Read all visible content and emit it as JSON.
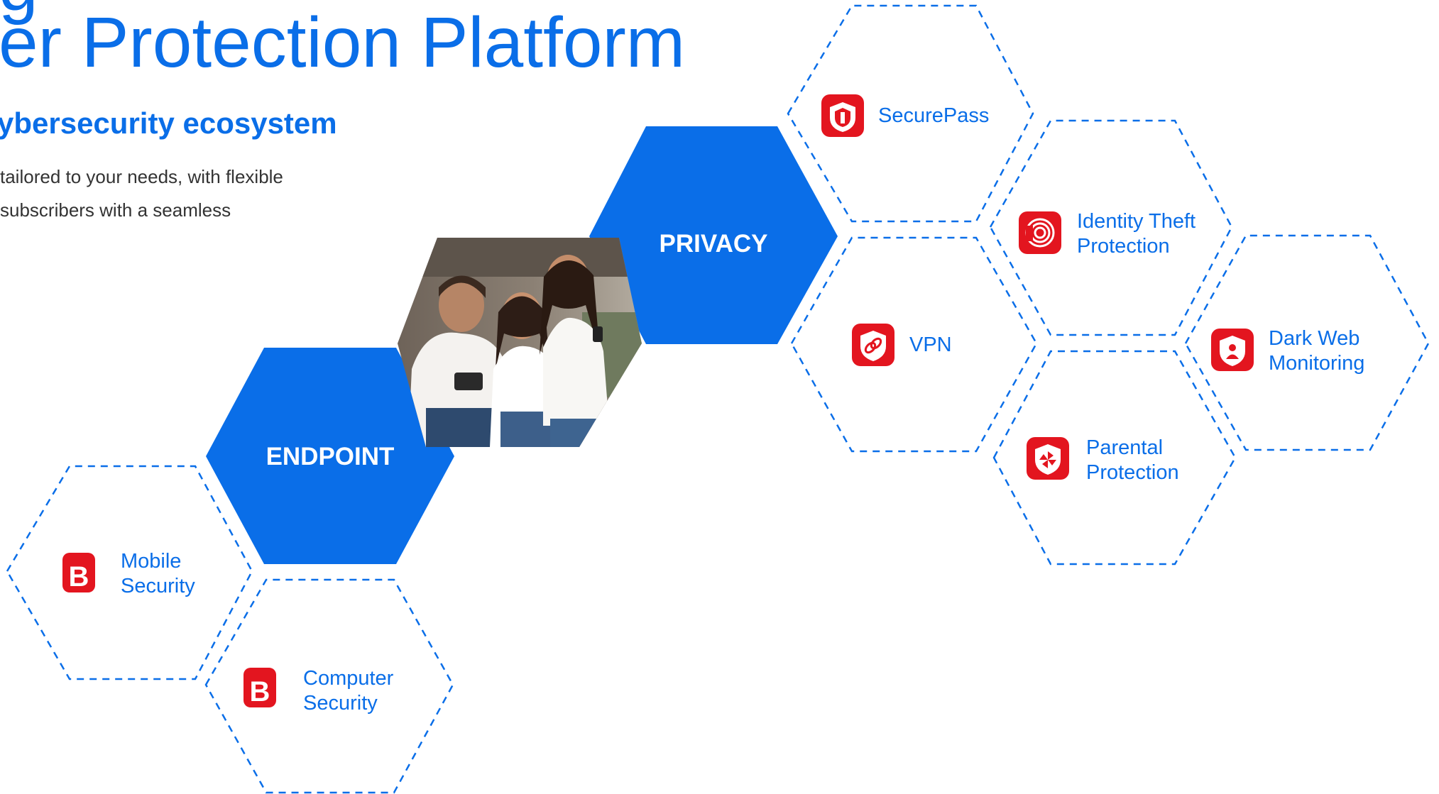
{
  "title_lines": [
    "g",
    "er Protection Platform"
  ],
  "subtitle": "ybersecurity ecosystem",
  "body_lines": [
    "tailored to your needs, with flexible",
    "subscribers with a seamless"
  ],
  "pillars": {
    "endpoint": "ENDPOINT",
    "privacy": "PRIVACY"
  },
  "products": {
    "mobile_security": [
      "Mobile",
      "Security"
    ],
    "computer_security": [
      "Computer",
      "Security"
    ],
    "securepass": [
      "SecurePass"
    ],
    "vpn": [
      "VPN"
    ],
    "identity_theft_protection": [
      "Identity Theft",
      "Protection"
    ],
    "parental_protection": [
      "Parental",
      "Protection"
    ],
    "dark_web_monitoring": [
      "Dark Web",
      "Monitoring"
    ]
  },
  "icons": {
    "mobile_security": "bitdefender-b-icon",
    "computer_security": "bitdefender-b-icon",
    "securepass": "shield-key-icon",
    "vpn": "shield-link-icon",
    "identity_theft_protection": "fingerprint-icon",
    "parental_protection": "shield-pinwheel-icon",
    "dark_web_monitoring": "shield-person-icon"
  },
  "photo": "family on couch using smartphones",
  "colors": {
    "brand_blue": "#0a6ee8",
    "icon_red": "#e3151f",
    "body_text": "#333333"
  }
}
